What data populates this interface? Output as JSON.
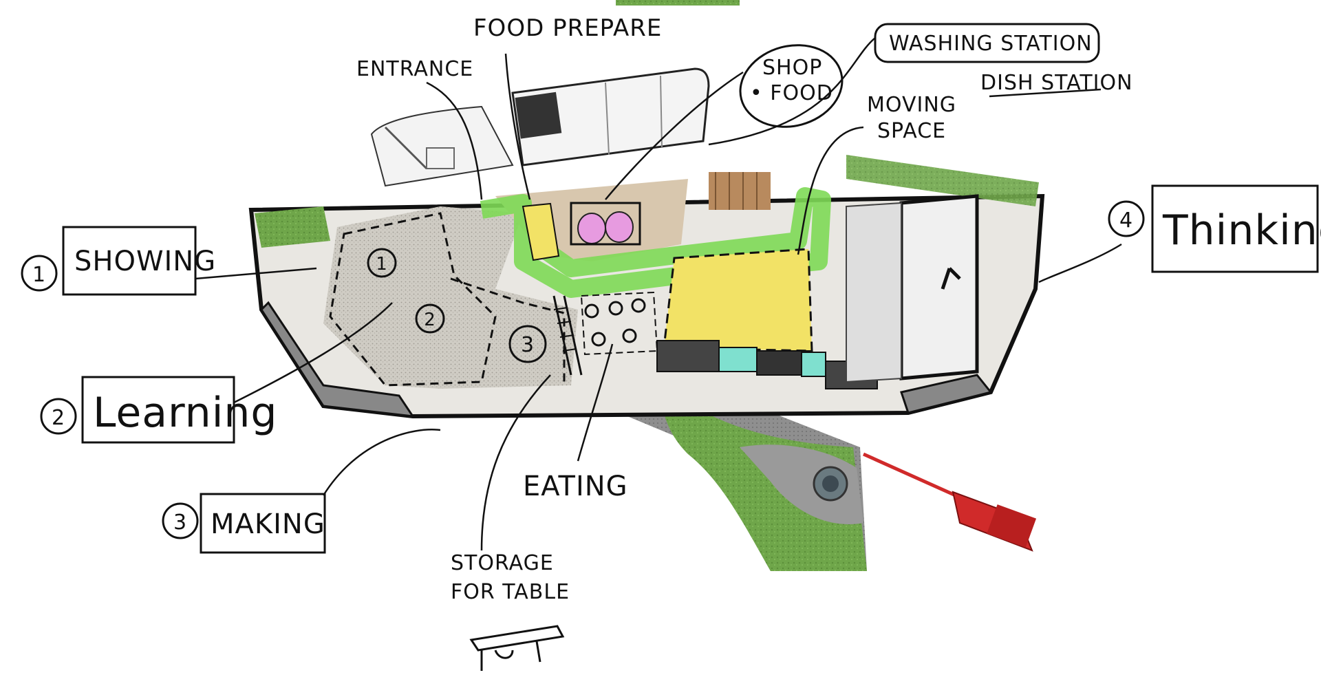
{
  "annotations": {
    "food_prepare": "FOOD PREPARE",
    "entrance": "ENTRANCE",
    "shop_line1": "SHOP",
    "shop_line2": "• FOOD",
    "washing_station": "WASHING STATION",
    "dish_station": "DISH STATION",
    "moving_space_line1": "MOVING",
    "moving_space_line2": "SPACE",
    "eating": "EATING",
    "storage_line1": "STORAGE",
    "storage_line2": "FOR TABLE"
  },
  "zones": [
    {
      "number": "1",
      "label": "SHOWING"
    },
    {
      "number": "2",
      "label": "Learning"
    },
    {
      "number": "3",
      "label": "MAKING"
    },
    {
      "number": "4",
      "label": "Thinking"
    }
  ],
  "plan_markers": [
    "1",
    "2",
    "3"
  ],
  "colors": {
    "ink": "#111111",
    "green_path": "#7ed957",
    "yellow_area": "#f2e266",
    "grass": "#6fa64a",
    "floor": "#c9c6bf",
    "red_object": "#d02a2a",
    "teal": "#7fe0cf",
    "pink": "#e79be0"
  }
}
